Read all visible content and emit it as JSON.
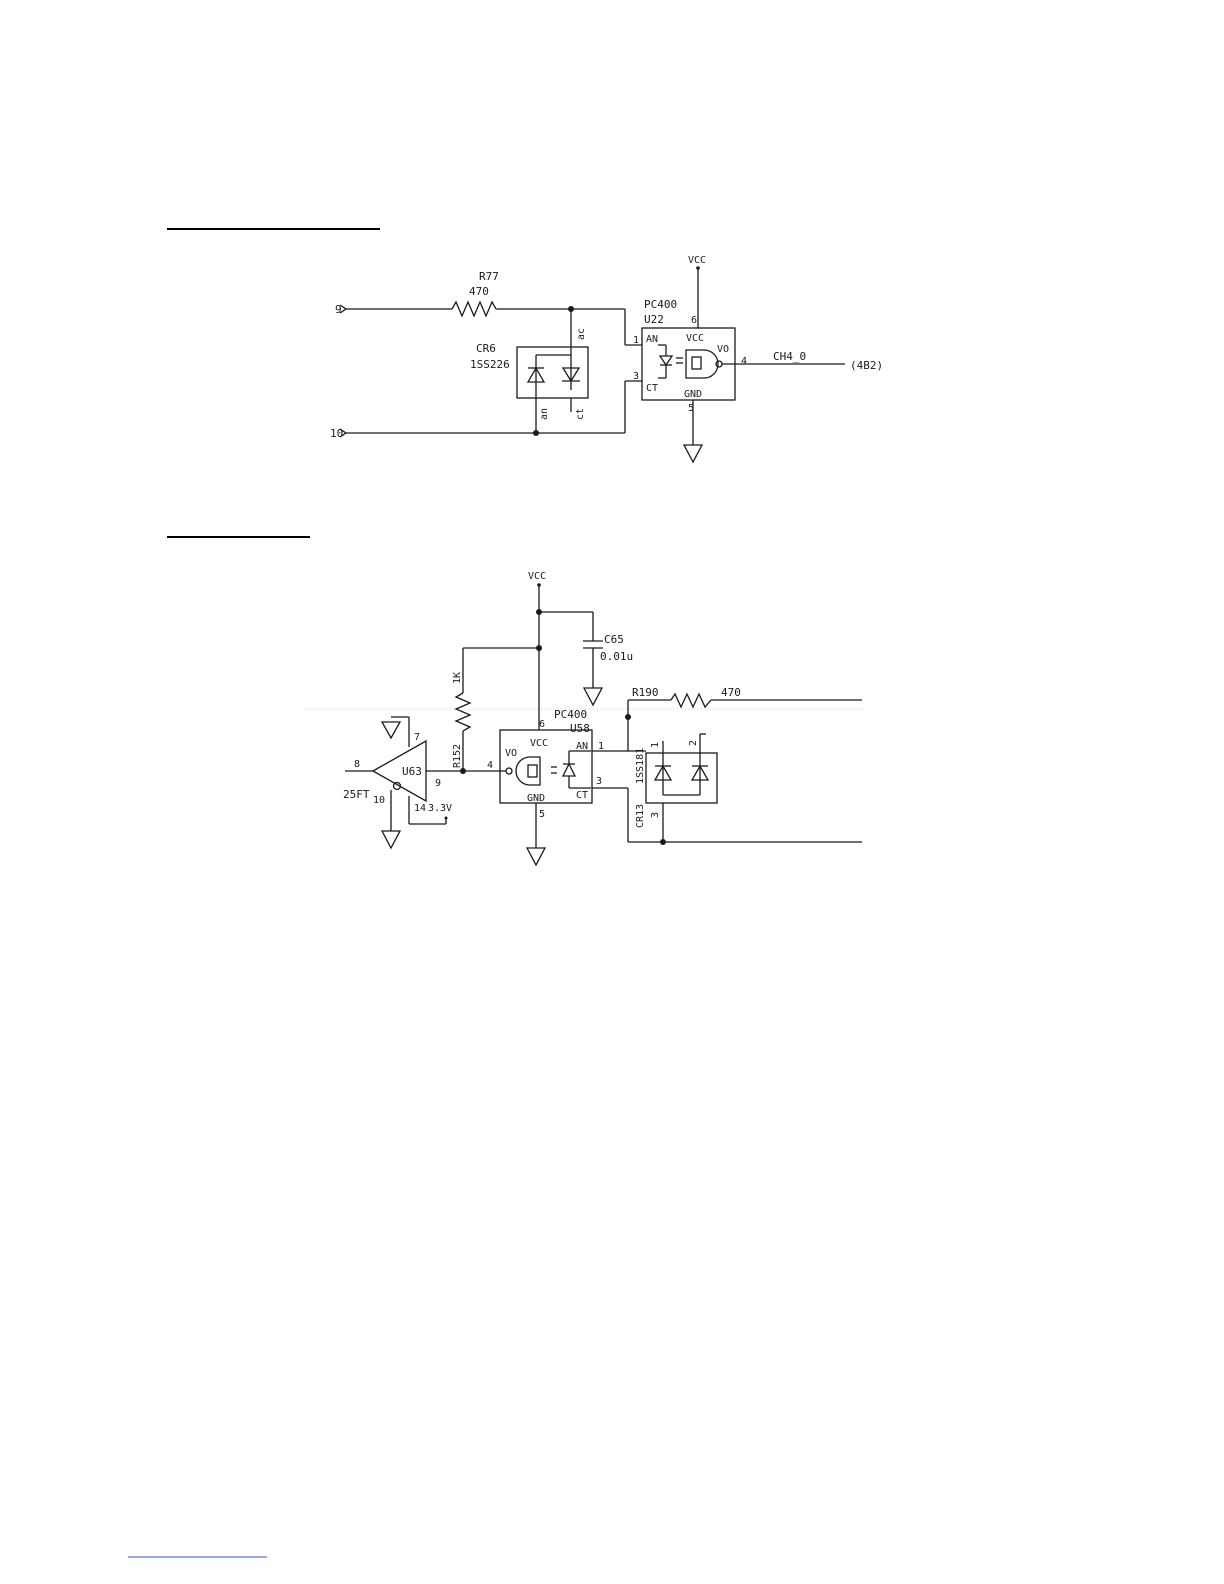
{
  "schematic_1": {
    "resistor_ref": "R77",
    "resistor_value": "470",
    "input_pin_a": "9",
    "input_pin_b": "10",
    "diode_ref": "CR6",
    "diode_part": "1SS226",
    "diode_pin_ac": "ac",
    "diode_pin_an": "an",
    "diode_pin_ct": "ct",
    "opto_part": "PC400",
    "opto_ref": "U22",
    "pin_an": "AN",
    "pin_ct": "CT",
    "pin_vcc": "VCC",
    "pin_vo": "VO",
    "pin_gnd": "GND",
    "pin_1": "1",
    "pin_3": "3",
    "pin_4": "4",
    "pin_5": "5",
    "pin_6": "6",
    "supply": "VCC",
    "net_out": "CH4_0",
    "net_ref": "(4B2)"
  },
  "schematic_2": {
    "supply": "VCC",
    "cap_ref": "C65",
    "cap_value": "0.01u",
    "pullup_value": "1K",
    "pullup_ref": "R152",
    "resistor_ref": "R190",
    "resistor_value": "470",
    "opto_part": "PC400",
    "opto_ref": "U58",
    "pin_vo": "VO",
    "pin_vcc": "VCC",
    "pin_an": "AN",
    "pin_ct": "CT",
    "pin_gnd": "GND",
    "pin_1": "1",
    "pin_3": "3",
    "pin_4": "4",
    "pin_5": "5",
    "pin_6": "6",
    "buffer_ref": "U63",
    "buffer_type": "25FT",
    "buffer_pin_7": "7",
    "buffer_pin_8": "8",
    "buffer_pin_9": "9",
    "buffer_pin_10": "10",
    "buffer_pin_14": "14",
    "buffer_supply": "3.3V",
    "diode_ref": "CR13",
    "diode_part": "1SS181",
    "diode_pin_1": "1",
    "diode_pin_2": "2",
    "diode_pin_3": "3"
  }
}
